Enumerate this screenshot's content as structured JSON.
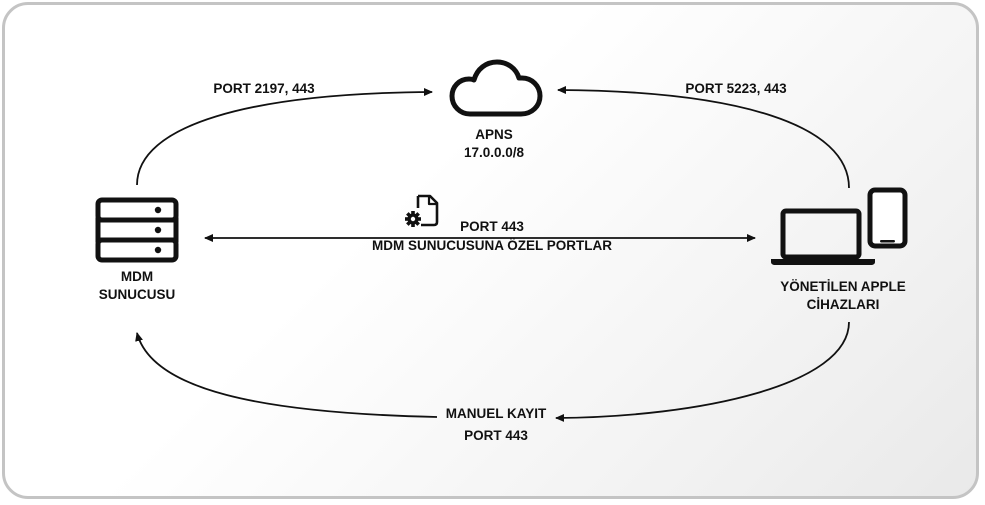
{
  "nodes": {
    "apns": {
      "name": "APNS",
      "address": "17.0.0.0/8",
      "icon": "cloud-icon"
    },
    "mdm_server": {
      "line1": "MDM",
      "line2": "SUNUCUSU",
      "icon": "server-rack-icon"
    },
    "devices": {
      "line1": "YÖNETİLEN APPLE",
      "line2": "CİHAZLARI",
      "icon": "laptop-phone-icon"
    }
  },
  "connections": {
    "mdm_to_apns": {
      "label": "PORT 2197, 443"
    },
    "devices_to_apns": {
      "label": "PORT 5223, 443"
    },
    "mdm_devices": {
      "line1": "PORT 443",
      "line2": "MDM SUNUCUSUNA ÖZEL PORTLAR",
      "icon": "document-gear-icon"
    },
    "devices_to_mdm": {
      "line1": "MANUEL KAYIT",
      "line2": "PORT 443"
    }
  },
  "colors": {
    "stroke": "#111111",
    "border": "#c4c4c4"
  }
}
